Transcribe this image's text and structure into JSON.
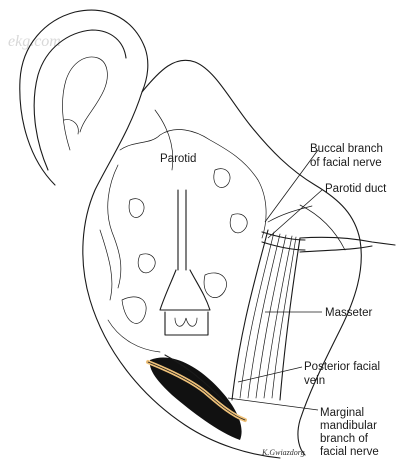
{
  "watermark": "ekg.com",
  "signature": "K.Gwiazdorg",
  "labels": {
    "parotid": "Parotid",
    "buccal_line1": "Buccal branch",
    "buccal_line2": "of facial nerve",
    "parotid_duct": "Parotid duct",
    "masseter": "Masseter",
    "posterior_line1": "Posterior facial",
    "posterior_line2": "vein",
    "marginal_line1": "Marginal",
    "marginal_line2": "mandibular",
    "marginal_line3": "branch of",
    "marginal_line4": "facial nerve"
  },
  "colors": {
    "ink": "#1a1a1a",
    "nerve": "#f0c27a",
    "shadow": "#111111"
  }
}
